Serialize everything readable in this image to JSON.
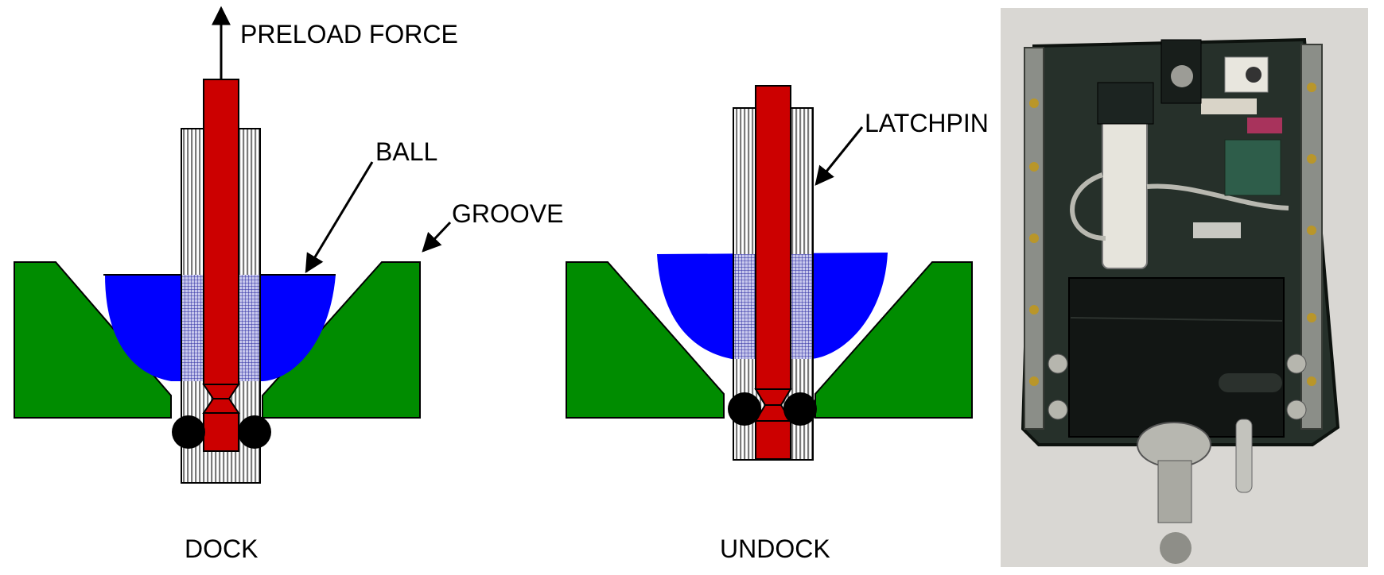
{
  "labels": {
    "preload": "PRELOAD FORCE",
    "ball": "BALL",
    "groove": "GROOVE",
    "latchpin": "LATCHPIN",
    "dock": "DOCK",
    "undock": "UNDOCK"
  },
  "colors": {
    "groove": "#008c00",
    "ball": "#0000ff",
    "pin": "#cc0000",
    "housing": "#c9c9c9",
    "detent": "#000000",
    "photo_bg": "#d9d7d3",
    "device_body": "#1f2a22"
  },
  "icons": {
    "photo": "docking-mechanism-photo"
  }
}
